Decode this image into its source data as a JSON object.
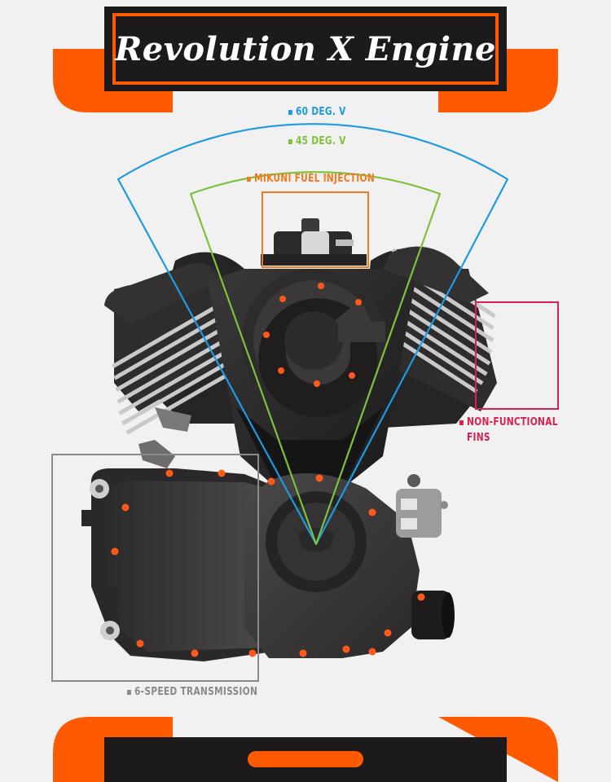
{
  "title": "Revolution X Engine",
  "colors": {
    "orange": "#ff5a00",
    "dark": "#1c1a1a",
    "blue": "#1e9be0",
    "green": "#7cc23a",
    "fuel": "#f07a1e",
    "crimson": "#d7224f",
    "gray": "#8a8a8a",
    "bolt": "#ff5a1a"
  },
  "labels": {
    "v60": "60 DEG. V",
    "v45": "45 DEG. V",
    "fuel": "MIKUNI FUEL INJECTION",
    "fins_line1": "NON-FUNCTIONAL",
    "fins_line2": "FINS",
    "transmission": "6-SPEED TRANSMISSION"
  }
}
